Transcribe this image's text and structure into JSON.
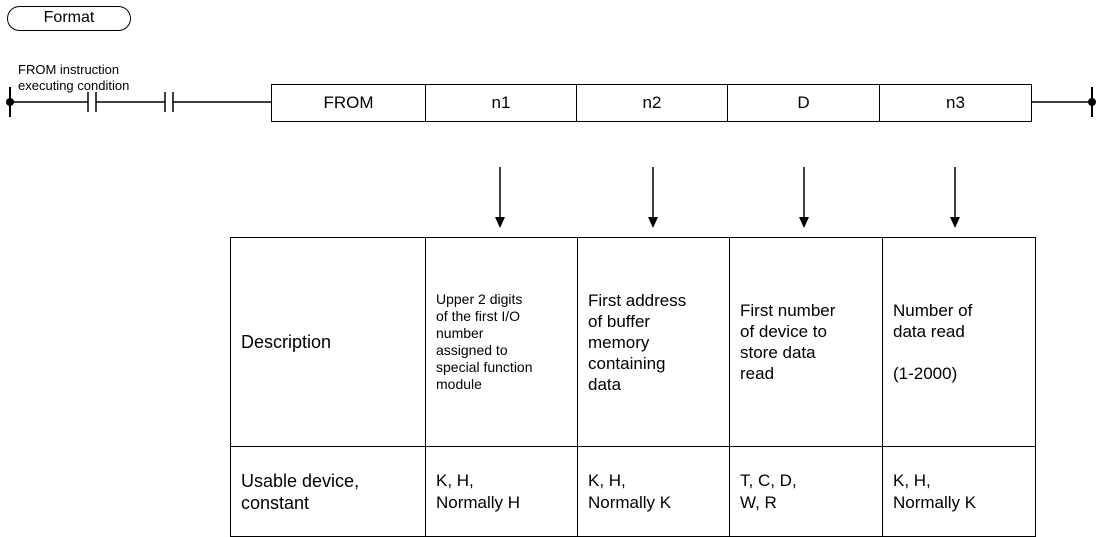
{
  "format_label": "Format",
  "condition_label": "FROM instruction\nexecuting condition",
  "instruction": {
    "name": "FROM",
    "operands": [
      "n1",
      "n2",
      "D",
      "n3"
    ]
  },
  "table": {
    "row_headers": {
      "description": "Description",
      "usable": "Usable device,\nconstant"
    },
    "descriptions": {
      "n1": "Upper 2 digits\nof the first I/O\nnumber\nassigned to\nspecial function\nmodule",
      "n2": "First address\nof buffer\nmemory\ncontaining\ndata",
      "D": "First number\nof device to\nstore data\nread",
      "n3": "Number of\ndata read\n\n(1-2000)"
    },
    "usable": {
      "n1": "K, H,\nNormally H",
      "n2": "K, H,\nNormally K",
      "D": "T, C, D,\nW, R",
      "n3": "K, H,\nNormally K"
    }
  }
}
